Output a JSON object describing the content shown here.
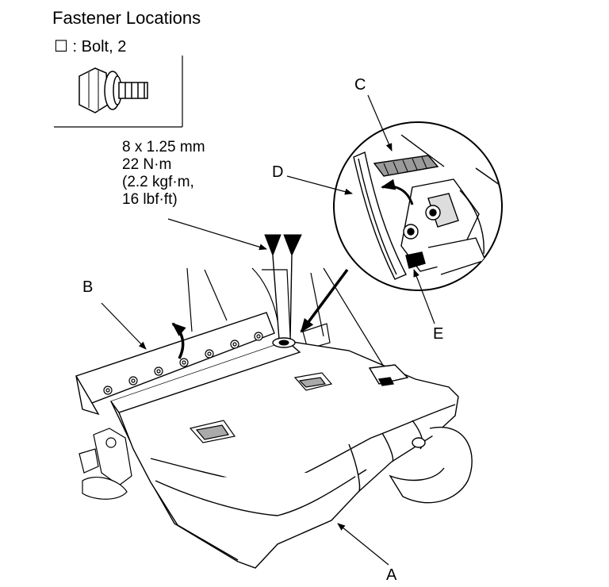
{
  "legend": {
    "title": "Fastener Locations",
    "symbol": "☐",
    "bolt_text": ": Bolt, 2"
  },
  "spec": {
    "line1": "8 x 1.25 mm",
    "line2": "22 N·m",
    "line3": "(2.2 kgf·m,",
    "line4": "16 lbf·ft)"
  },
  "callouts": {
    "A": "A",
    "B": "B",
    "C": "C",
    "D": "D",
    "E": "E"
  },
  "colors": {
    "ink": "#000000",
    "paper": "#ffffff",
    "hatch": "#808080"
  }
}
